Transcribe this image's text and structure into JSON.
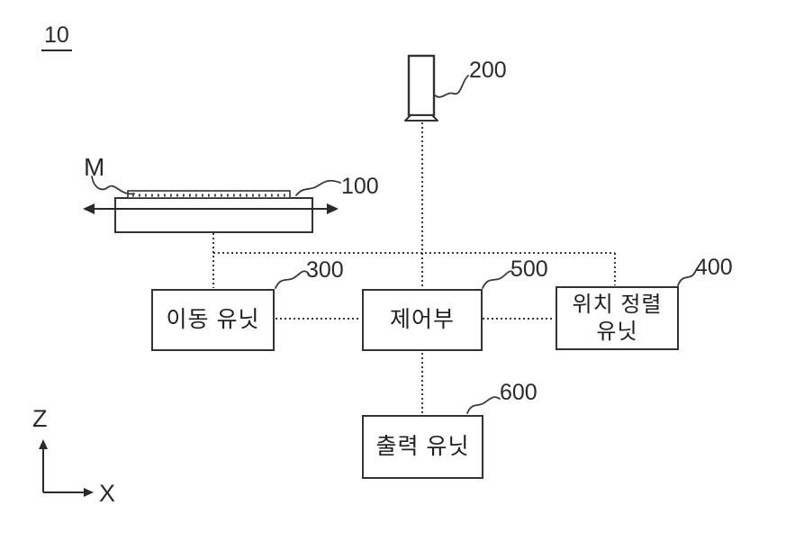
{
  "figure_label": "10",
  "stage": {
    "substrate_label": "M",
    "ref": "100"
  },
  "nozzle": {
    "ref": "200"
  },
  "boxes": {
    "moving_unit": {
      "label": "이동 유닛",
      "ref": "300"
    },
    "control_unit": {
      "label": "제어부",
      "ref": "500"
    },
    "alignment_unit": {
      "label_line1": "위치 정렬",
      "label_line2": "유닛",
      "ref": "400"
    },
    "output_unit": {
      "label": "출력 유닛",
      "ref": "600"
    }
  },
  "axes": {
    "vertical": "Z",
    "horizontal": "X"
  },
  "colors": {
    "line": "#333333",
    "text": "#1f1f1f",
    "background": "#ffffff"
  }
}
